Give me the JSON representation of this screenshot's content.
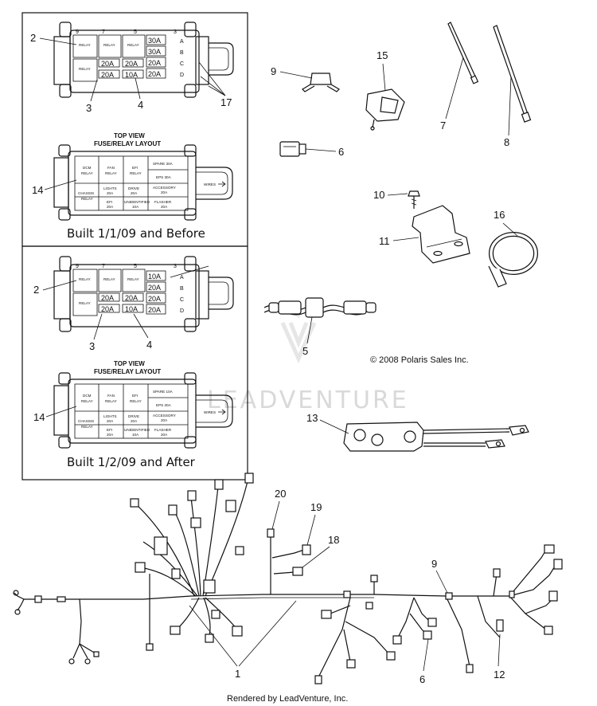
{
  "watermark": "LEADVENTURE",
  "copyright": "© 2008 Polaris Sales Inc.",
  "footer": "Rendered by LeadVenture, Inc.",
  "panel_top": {
    "caption": "Built 1/1/09 and Before",
    "layout_title_1": "TOP VIEW",
    "layout_title_2": "FUSE/RELAY LAYOUT",
    "box_fuses": [
      "30A",
      "30A",
      "20A",
      "20A",
      "20A",
      "20A",
      "20A",
      "10A",
      "20A"
    ],
    "box_relay_label": "RELAY",
    "box_slot_numbers": [
      "9",
      "7",
      "5",
      "3"
    ],
    "box_row_letters": [
      "A",
      "B",
      "C",
      "D"
    ],
    "wires_label": "WIRES",
    "layout_cells": [
      [
        "DCM",
        "RELAY"
      ],
      [
        "FAN",
        "RELAY"
      ],
      [
        "EFI",
        "RELAY"
      ],
      [
        "CHASSIS",
        "RELAY"
      ],
      [
        "LIGHTS",
        "20A"
      ],
      [
        "DRIVE",
        "20A"
      ],
      [
        "EFI",
        "20A"
      ],
      [
        "UNIDENTIFIED",
        "10A"
      ]
    ],
    "layout_side": [
      [
        "SPARE 30A"
      ],
      [
        "EPS 30A"
      ],
      [
        "ACCESSORY",
        "20A"
      ],
      [
        "FLASHER",
        "20A"
      ]
    ]
  },
  "panel_bottom": {
    "caption": "Built 1/2/09 and After",
    "layout_title_1": "TOP VIEW",
    "layout_title_2": "FUSE/RELAY LAYOUT",
    "box_fuses": [
      "10A",
      "20A",
      "20A",
      "20A",
      "20A",
      "20A",
      "20A",
      "10A",
      "20A"
    ],
    "box_relay_label": "RELAY",
    "box_slot_numbers": [
      "9",
      "7",
      "5",
      "3"
    ],
    "box_row_letters": [
      "A",
      "B",
      "C",
      "D"
    ],
    "wires_label": "WIRES",
    "layout_cells": [
      [
        "DCM",
        "RELAY"
      ],
      [
        "FAN",
        "RELAY"
      ],
      [
        "EFI",
        "RELAY"
      ],
      [
        "CHASSIS",
        "RELAY"
      ],
      [
        "LIGHTS",
        "20A"
      ],
      [
        "DRIVE",
        "20A"
      ],
      [
        "EFI",
        "20A"
      ],
      [
        "UNIDENTIFIED",
        "10A"
      ]
    ],
    "layout_side": [
      [
        "SPARE 10A"
      ],
      [
        "EPS 20A"
      ],
      [
        "ACCESSORY",
        "20A"
      ],
      [
        "FLASHER",
        "20A"
      ]
    ]
  },
  "callouts": {
    "c2a": "2",
    "c3a": "3",
    "c4a": "4",
    "c17": "17",
    "c14a": "14",
    "c2b": "2",
    "c3b": "3",
    "c4b": "4",
    "c14b": "14",
    "c9a": "9",
    "c15": "15",
    "c7": "7",
    "c8": "8",
    "c6a": "6",
    "c10": "10",
    "c11": "11",
    "c16": "16",
    "c5": "5",
    "c13": "13",
    "c20": "20",
    "c19": "19",
    "c18": "18",
    "c9b": "9",
    "c1": "1",
    "c6b": "6",
    "c12": "12"
  }
}
